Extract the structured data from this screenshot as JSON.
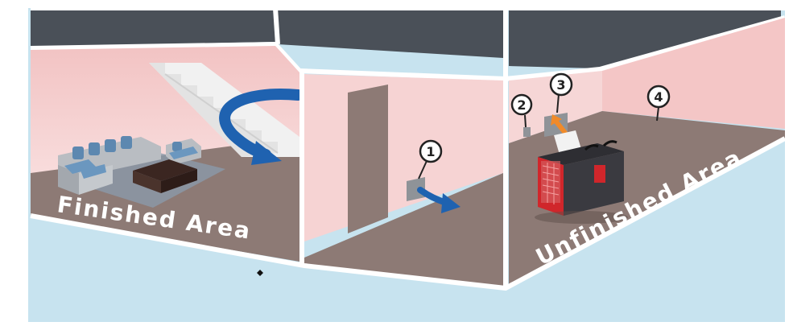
{
  "labels": {
    "finished": "Finished Area",
    "unfinished": "Unfinished Area"
  },
  "markers": [
    "1",
    "2",
    "3",
    "4"
  ],
  "icons": {
    "stairs": "staircase-icon",
    "sofa": "sectional-sofa-icon",
    "table": "coffee-table-icon",
    "dehumidifier": "dehumidifier-unit-icon",
    "arrow_curved": "curved-arrow-icon",
    "arrow_airflow": "airflow-arrow-icon",
    "arrow_exhaust": "exhaust-arrow-icon"
  },
  "colors": {
    "ceiling": "#4a5058",
    "wall": "#f3c9c9",
    "floor": "#8d7a75",
    "ground": "#c7e3ef",
    "arrow_blue": "#1f62b0",
    "arrow_orange": "#f08a2a",
    "unit_red": "#d0262b"
  }
}
